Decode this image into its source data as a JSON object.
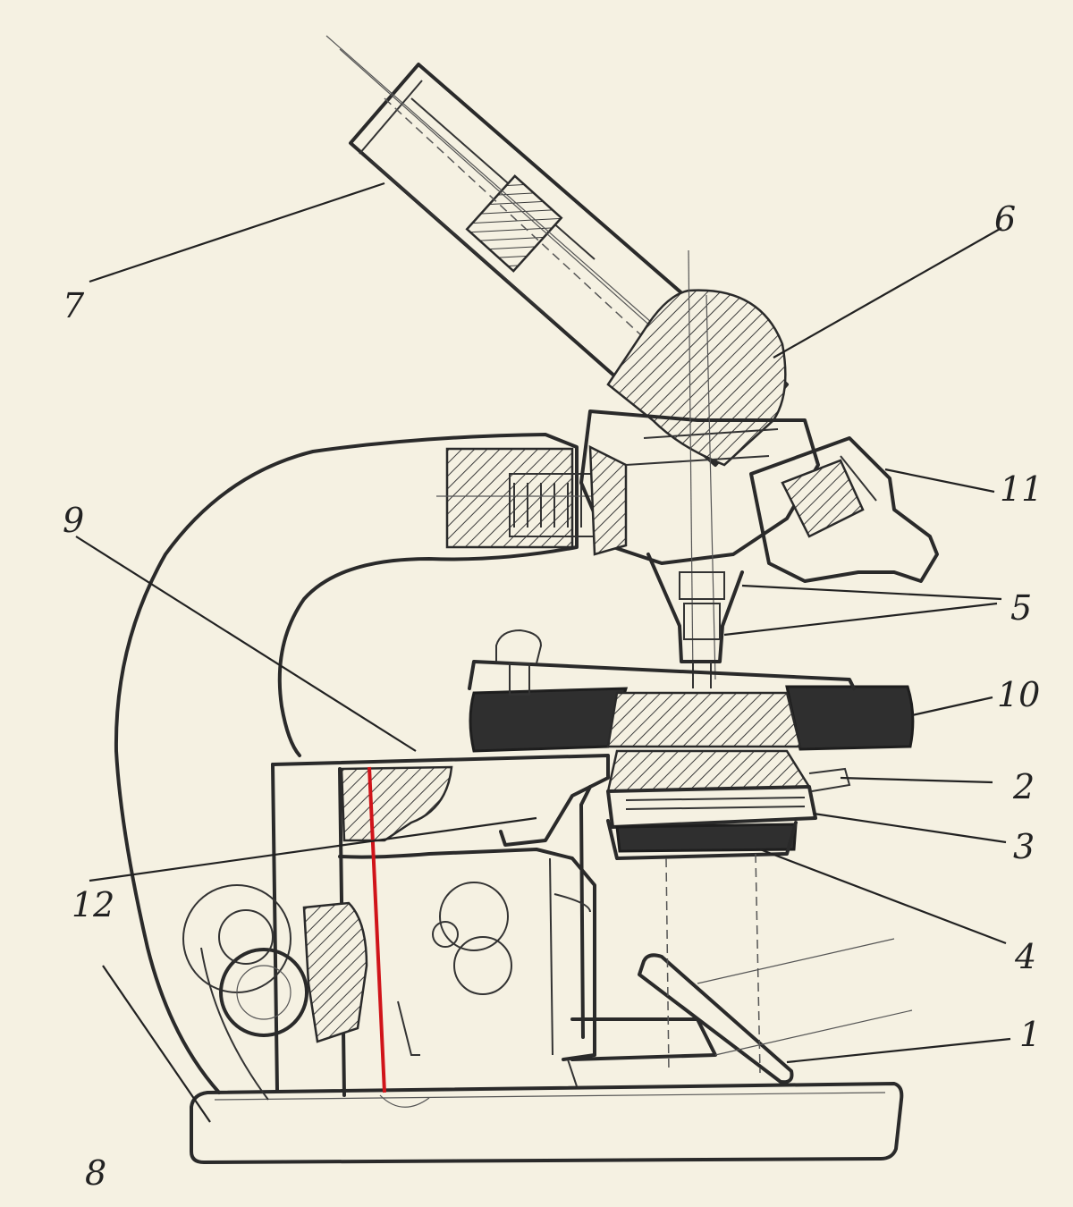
{
  "diagram": {
    "labels": {
      "p1": "1",
      "p2": "2",
      "p3": "3",
      "p4": "4",
      "p5": "5",
      "p6": "6",
      "p7": "7",
      "p8": "8",
      "p9": "9",
      "p10": "10",
      "p11": "11",
      "p12": "12"
    },
    "colors": {
      "ink": "#2a2a2a",
      "paper": "#f5f1e2",
      "marker_line": "#d0141a"
    }
  }
}
